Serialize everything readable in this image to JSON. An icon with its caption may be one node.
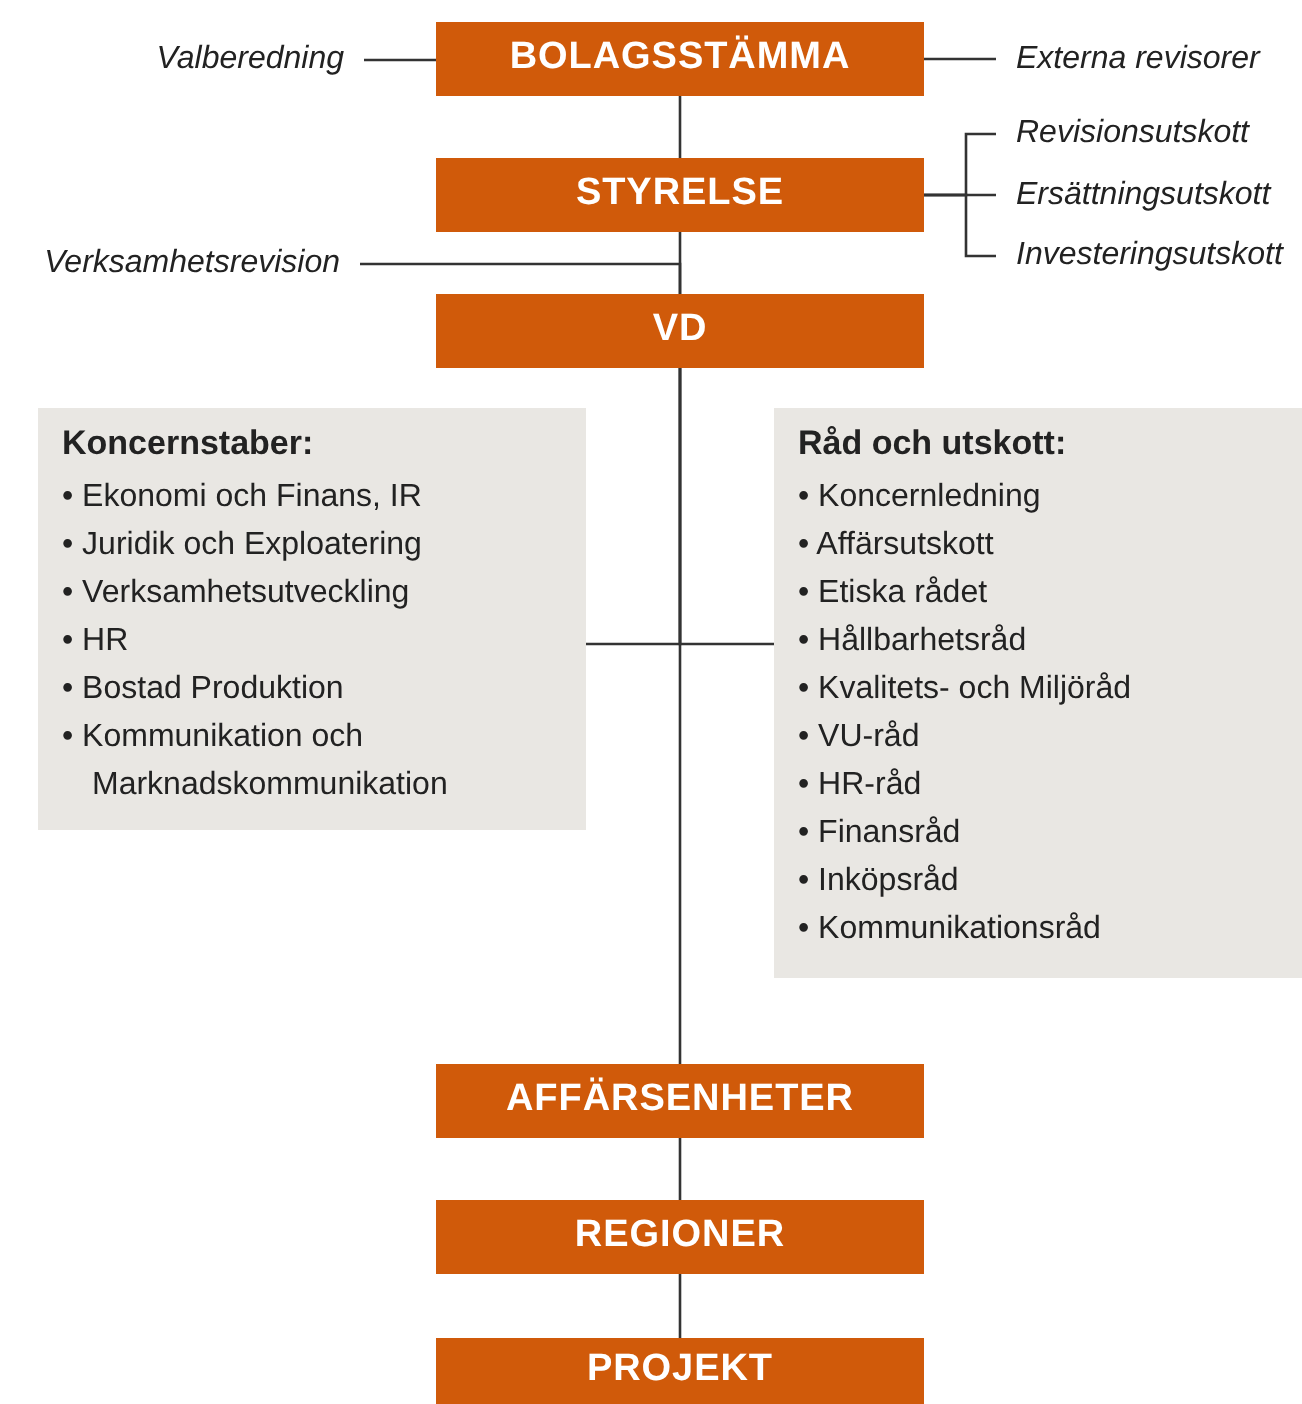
{
  "diagram": {
    "nodes": [
      {
        "text": [
          "BOLAGSSTÄMMA"
        ]
      },
      {
        "text": [
          "Valberedning"
        ]
      },
      {
        "text": [
          "Externa revisorer"
        ]
      },
      {
        "text": [
          "STYRELSE"
        ]
      },
      {
        "text": [
          "Revisionsutskott"
        ]
      },
      {
        "text": [
          "Ersättningsutskott"
        ]
      },
      {
        "text": [
          "Investeringsutskott"
        ]
      },
      {
        "text": [
          "Verksamhetsrevision"
        ]
      },
      {
        "text": [
          "VD"
        ]
      },
      {
        "text": [
          "Koncernstaber:",
          "• Ekonomi och Finans, IR",
          "• Juridik och Exploatering",
          "• Verksamhetsutveckling",
          "• HR",
          "• Bostad Produktion",
          "• Kommunikation och Marknadskommunikation"
        ]
      },
      {
        "text": [
          "Råd och utskott:",
          "• Koncernledning",
          "• Affärsutskott",
          "• Etiska rådet",
          "• Hållbarhetsråd",
          "• Kvalitets- och Miljöråd",
          "• VU-råd",
          "• HR-råd",
          "• Finansråd",
          "• Inköpsråd",
          "• Kommunikationsråd"
        ]
      },
      {
        "text": [
          "AFFÄRSENHETER"
        ]
      },
      {
        "text": [
          "REGIONER"
        ]
      },
      {
        "text": [
          "PROJEKT"
        ]
      }
    ],
    "edges": [
      {
        "from": 1,
        "to": 0,
        "arrow": "none"
      },
      {
        "from": 0,
        "to": 2,
        "arrow": "none"
      },
      {
        "from": 0,
        "to": 3,
        "arrow": "none"
      },
      {
        "from": 3,
        "to": 4,
        "arrow": "none"
      },
      {
        "from": 3,
        "to": 5,
        "arrow": "none"
      },
      {
        "from": 3,
        "to": 6,
        "arrow": "none"
      },
      {
        "from": 7,
        "to": 8,
        "arrow": "none"
      },
      {
        "from": 3,
        "to": 8,
        "arrow": "none"
      },
      {
        "from": 8,
        "to": 9,
        "arrow": "none"
      },
      {
        "from": 8,
        "to": 10,
        "arrow": "none"
      },
      {
        "from": 8,
        "to": 11,
        "arrow": "none"
      },
      {
        "from": 11,
        "to": 12,
        "arrow": "none"
      },
      {
        "from": 12,
        "to": 13,
        "arrow": "none"
      }
    ]
  }
}
